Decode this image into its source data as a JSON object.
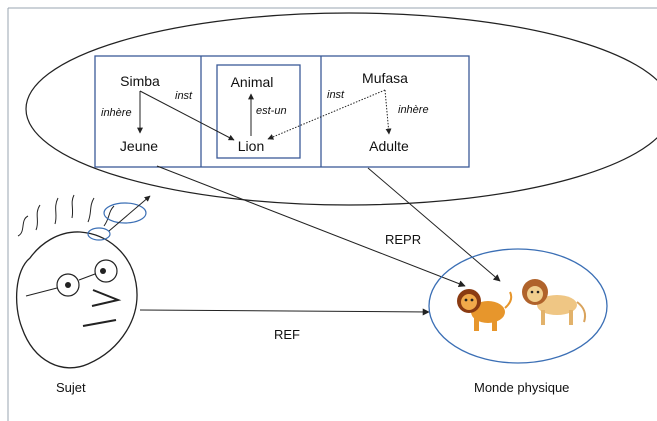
{
  "concepts": {
    "simba": "Simba",
    "jeune": "Jeune",
    "animal": "Animal",
    "lion": "Lion",
    "mufasa": "Mufasa",
    "adulte": "Adulte"
  },
  "relations": {
    "inhere_left": "inhère",
    "inst_left": "inst",
    "est_un": "est-un",
    "inst_right": "inst",
    "inhere_right": "inhère"
  },
  "links": {
    "repr": "REPR",
    "ref": "REF"
  },
  "captions": {
    "subject": "Sujet",
    "world": "Monde physique"
  },
  "colors": {
    "box_stroke": "#3b5a98",
    "world_stroke": "#3b6fb5",
    "line": "#222222"
  },
  "icons": [
    "lion-cub-icon",
    "adult-lion-icon",
    "person-face-icon"
  ]
}
